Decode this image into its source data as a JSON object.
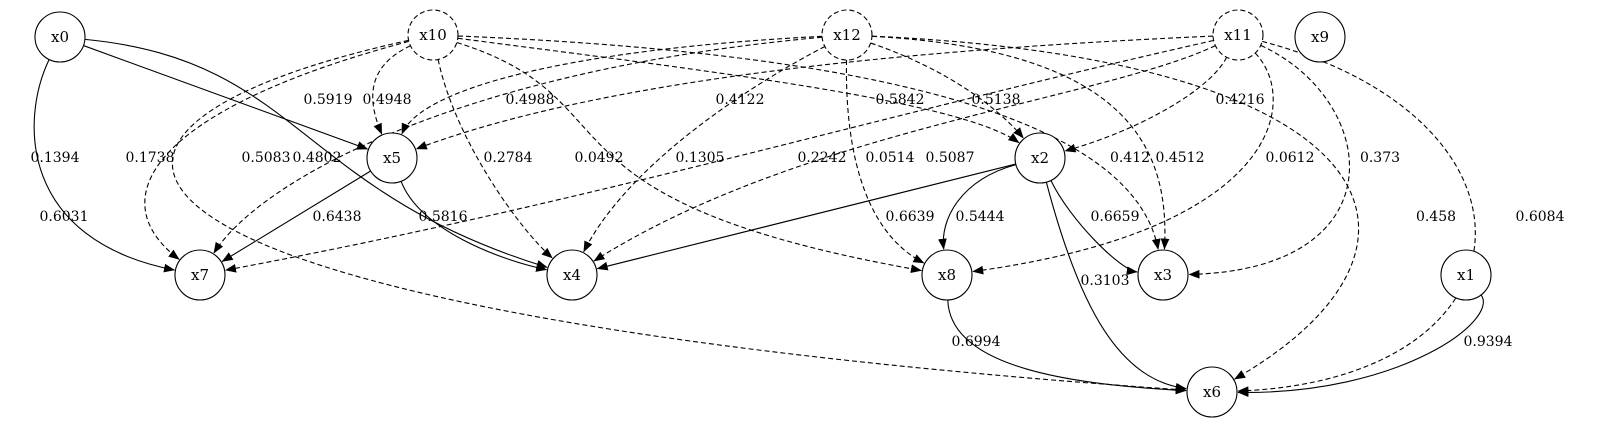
{
  "nodes": [
    {
      "id": "x0",
      "label": "x0",
      "latent": false
    },
    {
      "id": "x10",
      "label": "x10",
      "latent": true
    },
    {
      "id": "x12",
      "label": "x12",
      "latent": true
    },
    {
      "id": "x11",
      "label": "x11",
      "latent": true
    },
    {
      "id": "x9",
      "label": "x9",
      "latent": false
    },
    {
      "id": "x5",
      "label": "x5",
      "latent": false
    },
    {
      "id": "x2",
      "label": "x2",
      "latent": false
    },
    {
      "id": "x7",
      "label": "x7",
      "latent": false
    },
    {
      "id": "x4",
      "label": "x4",
      "latent": false
    },
    {
      "id": "x8",
      "label": "x8",
      "latent": false
    },
    {
      "id": "x3",
      "label": "x3",
      "latent": false
    },
    {
      "id": "x1",
      "label": "x1",
      "latent": false
    },
    {
      "id": "x6",
      "label": "x6",
      "latent": false
    }
  ],
  "edges": [
    {
      "from": "x0",
      "to": "x7",
      "weight": "0.1394",
      "style": "solid"
    },
    {
      "from": "x0",
      "to": "x5",
      "weight": "0.5919",
      "style": "solid"
    },
    {
      "from": "x0",
      "to": "x4",
      "weight": "0.4802",
      "style": "solid"
    },
    {
      "from": "x10",
      "to": "x6",
      "weight": "0.6031",
      "style": "dashed"
    },
    {
      "from": "x10",
      "to": "x7",
      "weight": "0.1738",
      "style": "dashed"
    },
    {
      "from": "x10",
      "to": "x5",
      "weight": "0.4948",
      "style": "dashed"
    },
    {
      "from": "x10",
      "to": "x4",
      "weight": "0.2784",
      "style": "dashed"
    },
    {
      "from": "x10",
      "to": "x8",
      "weight": "0.0492",
      "style": "dashed"
    },
    {
      "from": "x10",
      "to": "x2",
      "weight": "0.5842",
      "style": "dashed"
    },
    {
      "from": "x10",
      "to": "x3",
      "weight": "0.412",
      "style": "dashed"
    },
    {
      "from": "x12",
      "to": "x7",
      "weight": "0.5083",
      "style": "dashed"
    },
    {
      "from": "x12",
      "to": "x5",
      "weight": "0.4988",
      "style": "dashed"
    },
    {
      "from": "x12",
      "to": "x4",
      "weight": "0.4122",
      "style": "dashed"
    },
    {
      "from": "x12",
      "to": "x8",
      "weight": "0.0514",
      "style": "dashed"
    },
    {
      "from": "x12",
      "to": "x2",
      "weight": "0.5138",
      "style": "dashed"
    },
    {
      "from": "x12",
      "to": "x3",
      "weight": "0.4512",
      "style": "dashed"
    },
    {
      "from": "x12",
      "to": "x6",
      "weight": "0.458",
      "style": "dashed"
    },
    {
      "from": "x11",
      "to": "x5",
      "weight": "0.1305",
      "style": "dashed"
    },
    {
      "from": "x11",
      "to": "x7",
      "weight": "0.2242",
      "style": "dashed"
    },
    {
      "from": "x11",
      "to": "x4",
      "weight": "0.5087",
      "style": "dashed"
    },
    {
      "from": "x11",
      "to": "x2",
      "weight": "0.4216",
      "style": "dashed"
    },
    {
      "from": "x11",
      "to": "x8",
      "weight": "0.0612",
      "style": "dashed"
    },
    {
      "from": "x11",
      "to": "x3",
      "weight": "0.373",
      "style": "dashed"
    },
    {
      "from": "x11",
      "to": "x6",
      "weight": "0.6084",
      "style": "dashed"
    },
    {
      "from": "x5",
      "to": "x7",
      "weight": "0.6438",
      "style": "solid"
    },
    {
      "from": "x5",
      "to": "x4",
      "weight": "0.5816",
      "style": "solid"
    },
    {
      "from": "x2",
      "to": "x4",
      "weight": "0.6639",
      "style": "solid"
    },
    {
      "from": "x2",
      "to": "x8",
      "weight": "0.5444",
      "style": "solid"
    },
    {
      "from": "x2",
      "to": "x3",
      "weight": "0.6659",
      "style": "solid"
    },
    {
      "from": "x2",
      "to": "x6",
      "weight": "0.3103",
      "style": "solid"
    },
    {
      "from": "x8",
      "to": "x6",
      "weight": "0.6994",
      "style": "solid"
    },
    {
      "from": "x1",
      "to": "x6",
      "weight": "0.9394",
      "style": "solid"
    }
  ]
}
